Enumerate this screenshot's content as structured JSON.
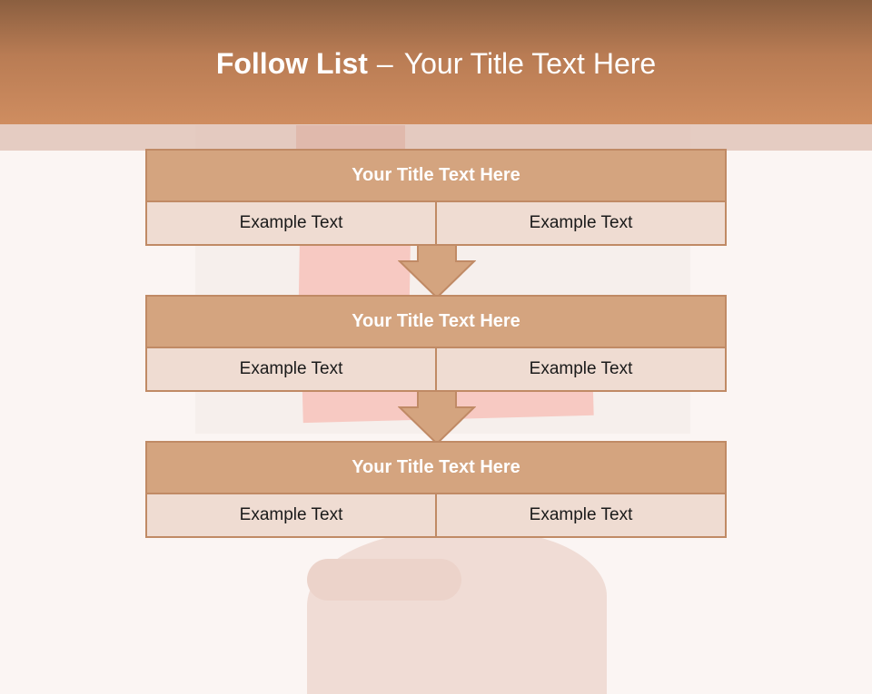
{
  "slide": {
    "title_bold": "Follow List",
    "title_sep": "–",
    "title_rest": "Your Title Text Here"
  },
  "boxes": [
    {
      "title": "Your Title Text Here",
      "left": "Example Text",
      "right": "Example Text"
    },
    {
      "title": "Your Title Text Here",
      "left": "Example Text",
      "right": "Example Text"
    },
    {
      "title": "Your Title Text Here",
      "left": "Example Text",
      "right": "Example Text"
    }
  ],
  "colors": {
    "header": "#c98856",
    "box_title_bg": "#d4a47f",
    "box_body_bg": "#efdcd2",
    "border": "#c08a65",
    "arrow_fill": "#d4a47f"
  }
}
